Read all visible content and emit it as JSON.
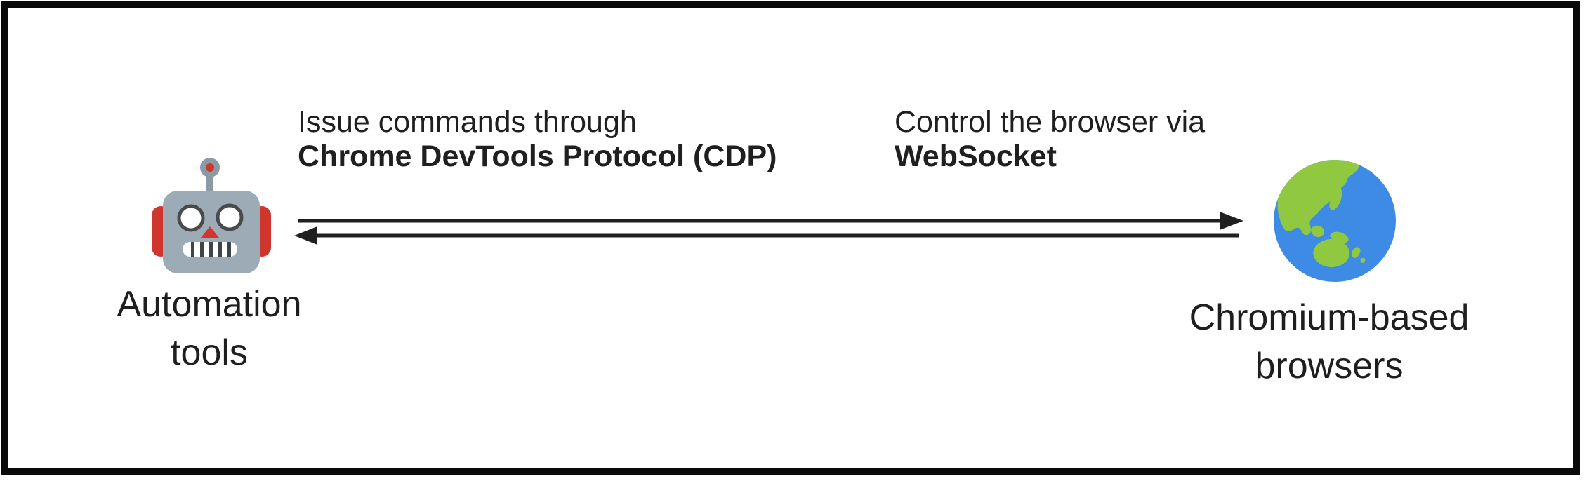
{
  "diagram": {
    "title": "Automation tools controlling Chromium-based browsers via CDP",
    "nodes": {
      "left": {
        "icon": "robot-icon",
        "label_line1": "Automation",
        "label_line2": "tools"
      },
      "right": {
        "icon": "globe-asia-australia-icon",
        "label_line1": "Chromium-based",
        "label_line2": "browsers"
      }
    },
    "captions": {
      "left": {
        "line1": "Issue commands through",
        "line2": "Chrome DevTools Protocol (CDP)"
      },
      "right": {
        "line1": "Control the browser via",
        "line2": "WebSocket"
      }
    },
    "arrows": {
      "top_direction": "left-to-right",
      "bottom_direction": "right-to-left"
    },
    "colors": {
      "text": "#1f1f1f",
      "arrow": "#1f1f1f",
      "frame_border": "#0a0a0a",
      "robot_body": "#9cabb6",
      "robot_accent": "#cf372e",
      "robot_detail": "#4a4a4a",
      "robot_antenna": "#8c9aa5",
      "robot_teeth": "#3f4449",
      "globe_ocean": "#3d8be4",
      "globe_land": "#90c93f"
    }
  }
}
